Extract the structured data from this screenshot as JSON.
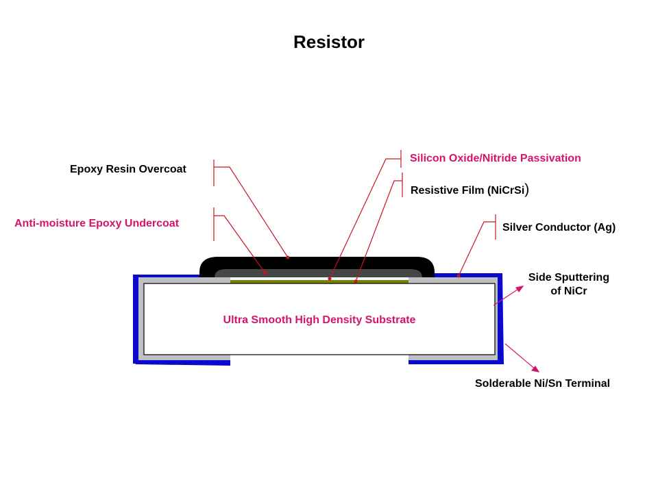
{
  "title": "Resistor",
  "colors": {
    "leader_line": "#cc1122",
    "highlight_label": "#d6136b",
    "terminal": "#0a0acc",
    "sputter": "#c0c0c4",
    "overcoat": "#000000",
    "undercoat": "#454545",
    "passivation": "#e8f8ff",
    "resistive_film": "#808000",
    "substrate": "#ffffff"
  },
  "labels": {
    "epoxy_overcoat": "Epoxy Resin Overcoat",
    "undercoat": "Anti-moisture Epoxy Undercoat",
    "passivation": "Silicon Oxide/Nitride Passivation",
    "resistive_film": "Resistive Film (NiCrSi",
    "resistive_film_paren": ")",
    "silver_conductor": "Silver Conductor (Ag)",
    "side_sputtering_line1": "Side Sputtering",
    "side_sputtering_line2": "of NiCr",
    "terminal": "Solderable Ni/Sn Terminal",
    "substrate": "Ultra Smooth High Density Substrate"
  }
}
